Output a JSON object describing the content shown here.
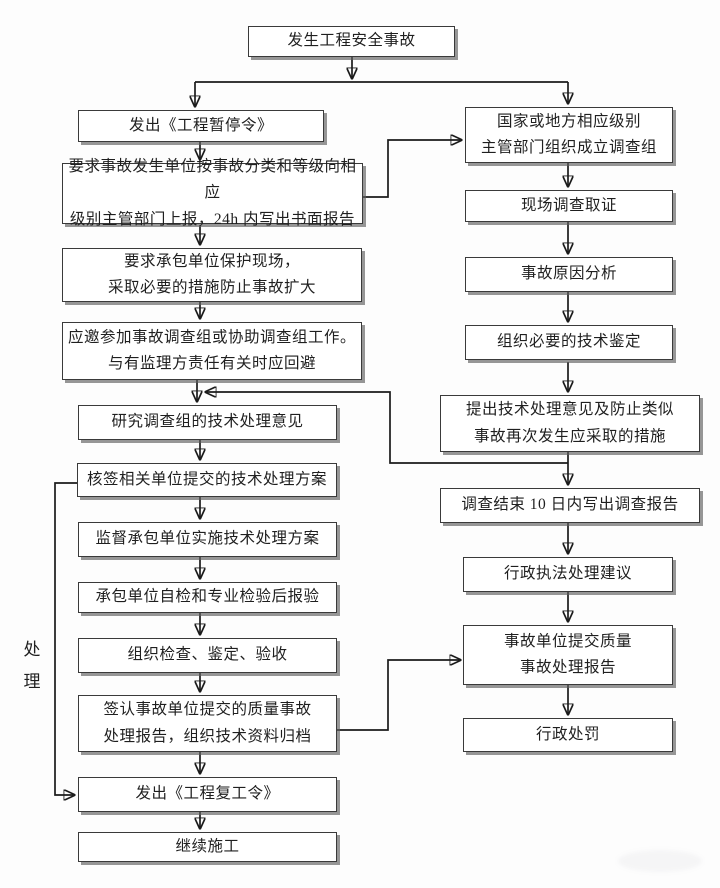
{
  "nodes": {
    "start": "发生工程安全事故",
    "left": [
      "发出《工程暂停令》",
      "要求事故发生单位按事故分类和等级向相应\n级别主管部门上报，24h 内写出书面报告",
      "要求承包单位保护现场，\n采取必要的措施防止事故扩大",
      "应邀参加事故调查组或协助调查组工作。\n与有监理方责任有关时应回避",
      "研究调查组的技术处理意见",
      "核签相关单位提交的技术处理方案",
      "监督承包单位实施技术处理方案",
      "承包单位自检和专业检验后报验",
      "组织检查、鉴定、验收",
      "签认事故单位提交的质量事故\n处理报告，组织技术资料归档",
      "发出《工程复工令》",
      "继续施工"
    ],
    "right": [
      "国家或地方相应级别\n主管部门组织成立调查组",
      "现场调查取证",
      "事故原因分析",
      "组织必要的技术鉴定",
      "提出技术处理意见及防止类似\n事故再次发生应采取的措施",
      "调查结束 10 日内写出调查报告",
      "行政执法处理建议",
      "事故单位提交质量\n事故处理报告",
      "行政处罚"
    ],
    "side_label": "处\n理"
  },
  "colors": {
    "line": "#1b1b1b",
    "box_border": "#3a3a3a",
    "box_fill": "#ffffff",
    "shadow": "#5f5f5f"
  }
}
